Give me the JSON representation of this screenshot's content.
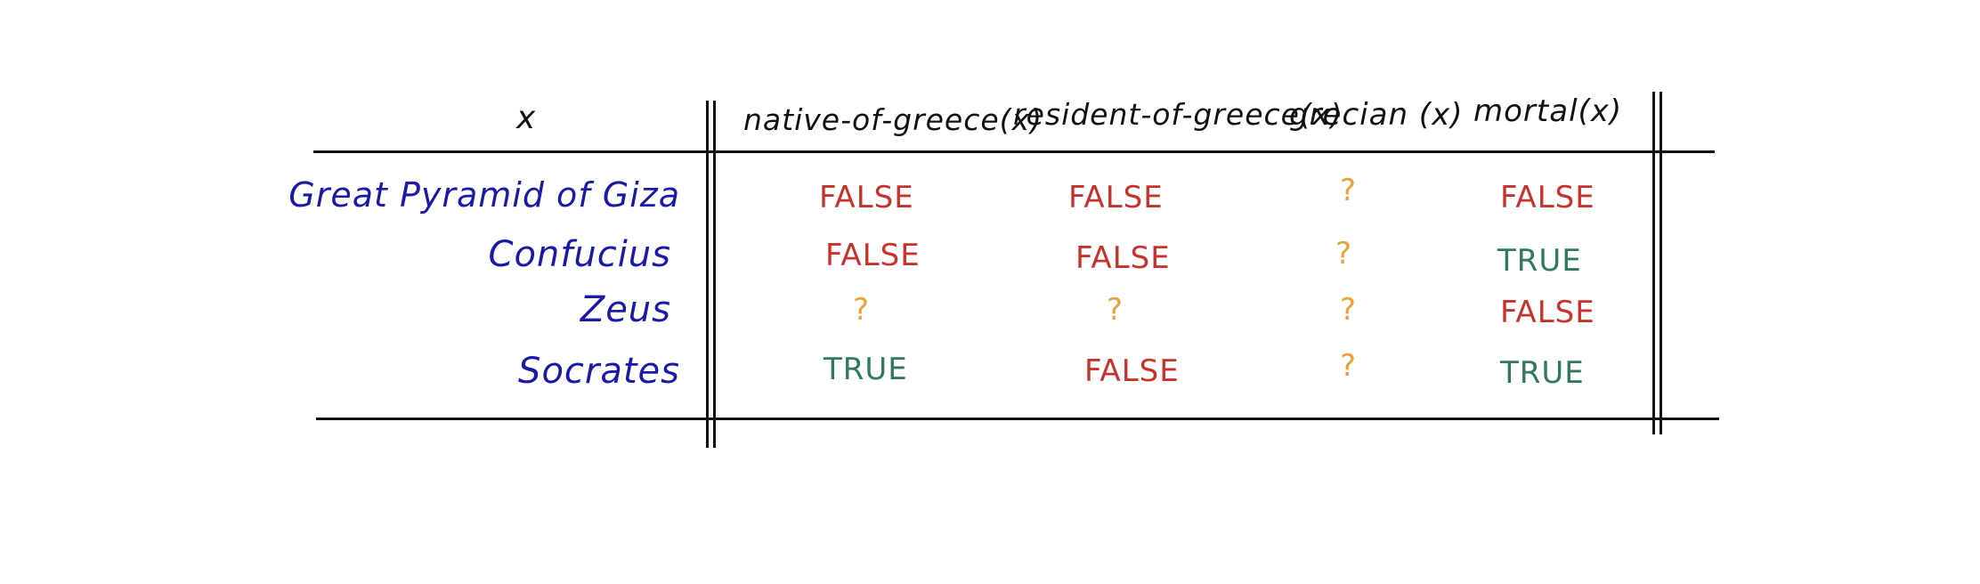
{
  "table": {
    "header_x": "x",
    "columns": [
      "native-of-greece(x)",
      "resident-of-greece(x)",
      "grecian (x)",
      "mortal(x)"
    ],
    "rows": [
      {
        "label": "Great Pyramid of Giza",
        "values": [
          "FALSE",
          "FALSE",
          "?",
          "FALSE"
        ]
      },
      {
        "label": "Confucius",
        "values": [
          "FALSE",
          "FALSE",
          "?",
          "TRUE"
        ]
      },
      {
        "label": "Zeus",
        "values": [
          "?",
          "?",
          "?",
          "FALSE"
        ]
      },
      {
        "label": "Socrates",
        "values": [
          "TRUE",
          "FALSE",
          "?",
          "TRUE"
        ]
      }
    ]
  },
  "colors": {
    "false": "#c8322c",
    "true": "#2f7a5a",
    "unknown": "#e8a23a",
    "row_label": "#1a1aa6",
    "ink": "#111111"
  }
}
